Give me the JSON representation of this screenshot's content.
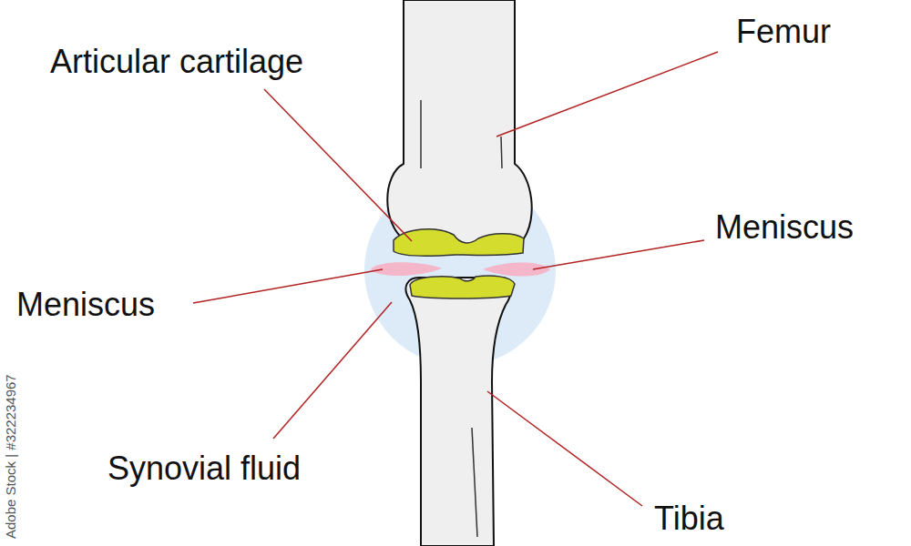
{
  "diagram": {
    "labels": [
      "Articular cartilage",
      "Femur",
      "Meniscus",
      "Meniscus",
      "Synovial fluid",
      "Tibia",
      "Adobe Stock | #322234967"
    ]
  }
}
